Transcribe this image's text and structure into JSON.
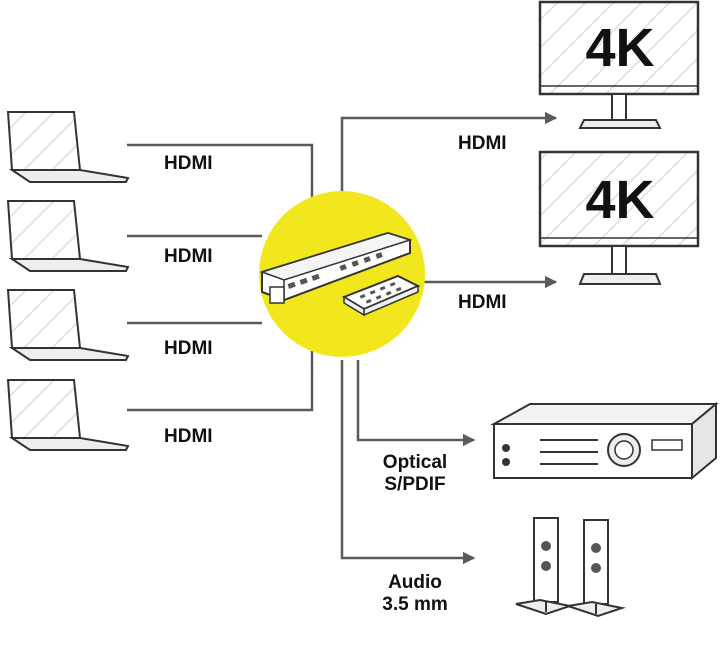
{
  "inputs": [
    {
      "label": "HDMI"
    },
    {
      "label": "HDMI"
    },
    {
      "label": "HDMI"
    },
    {
      "label": "HDMI"
    }
  ],
  "outputs": {
    "monitor_top": {
      "screen_text": "4K",
      "cable_label": "HDMI"
    },
    "monitor_bottom": {
      "screen_text": "4K",
      "cable_label": "HDMI"
    },
    "optical": {
      "label_line1": "Optical",
      "label_line2": "S/PDIF"
    },
    "analog": {
      "label_line1": "Audio",
      "label_line2": "3.5 mm"
    }
  },
  "colors": {
    "line": "#5a5a5a",
    "hub_circle": "#f2e71c",
    "device_outline": "#333333"
  },
  "icons": [
    "laptop-icon",
    "monitor-icon",
    "matrix-switch-icon",
    "remote-control-icon",
    "av-receiver-icon",
    "speaker-icon"
  ]
}
